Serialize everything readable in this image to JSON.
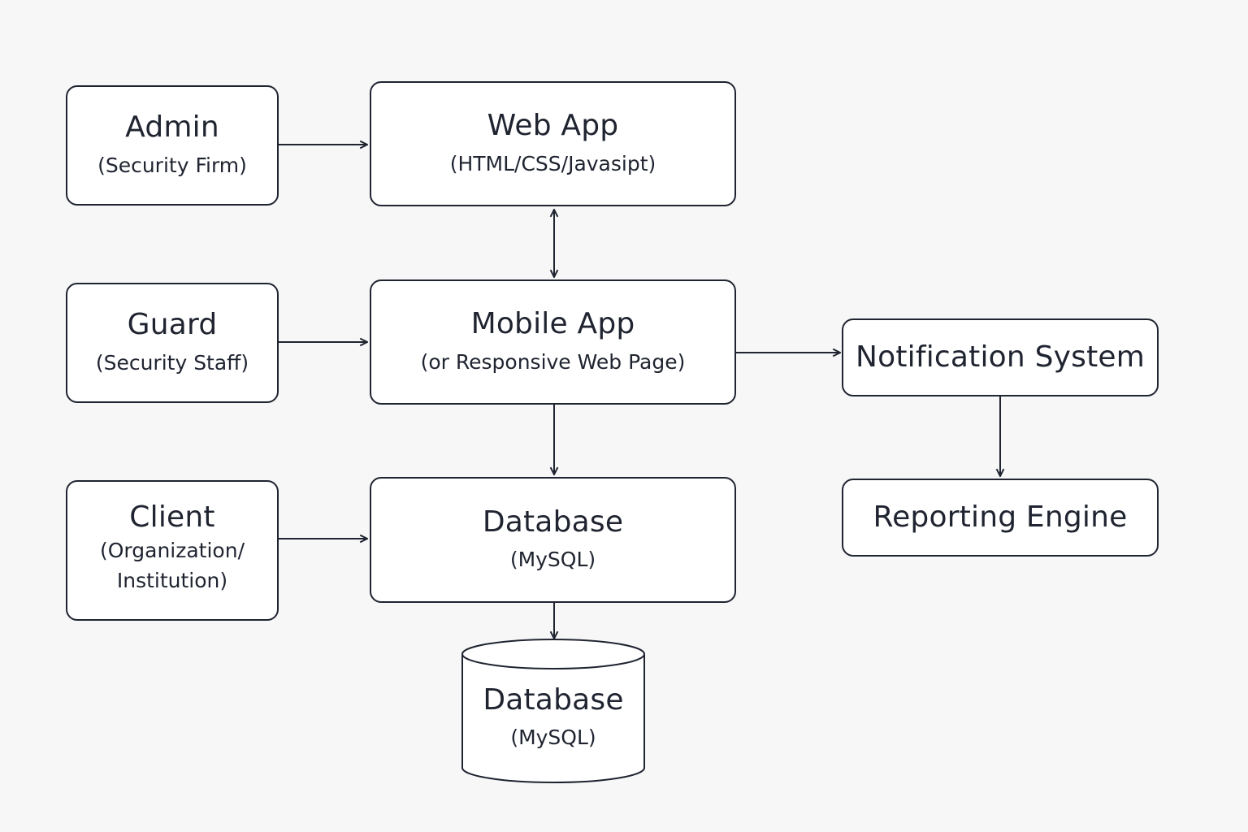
{
  "diagram": {
    "nodes": {
      "admin": {
        "title": "Admin",
        "subtitle": "(Security Firm)"
      },
      "guard": {
        "title": "Guard",
        "subtitle": "(Security Staff)"
      },
      "client": {
        "title": "Client",
        "subtitle_line1": "(Organization/",
        "subtitle_line2": "Institution)"
      },
      "web_app": {
        "title": "Web App",
        "subtitle": "(HTML/CSS/Javasipt)"
      },
      "mobile_app": {
        "title": "Mobile App",
        "subtitle": "(or Responsive Web Page)"
      },
      "database_box": {
        "title": "Database",
        "subtitle": "(MySQL)"
      },
      "notification_system": {
        "title": "Notification System"
      },
      "reporting_engine": {
        "title": "Reporting Engine"
      },
      "database_cylinder": {
        "title": "Database",
        "subtitle": "(MySQL)"
      }
    },
    "edges": [
      {
        "from": "admin",
        "to": "web_app",
        "direction": "forward"
      },
      {
        "from": "guard",
        "to": "mobile_app",
        "direction": "forward"
      },
      {
        "from": "client",
        "to": "database_box",
        "direction": "forward"
      },
      {
        "from": "web_app",
        "to": "mobile_app",
        "direction": "both"
      },
      {
        "from": "mobile_app",
        "to": "database_box",
        "direction": "forward"
      },
      {
        "from": "mobile_app",
        "to": "notification_system",
        "direction": "forward"
      },
      {
        "from": "notification_system",
        "to": "reporting_engine",
        "direction": "forward"
      },
      {
        "from": "database_box",
        "to": "database_cylinder",
        "direction": "forward"
      }
    ],
    "colors": {
      "background": "#f7f7f7",
      "stroke": "#1f2430",
      "fill": "#ffffff"
    }
  }
}
